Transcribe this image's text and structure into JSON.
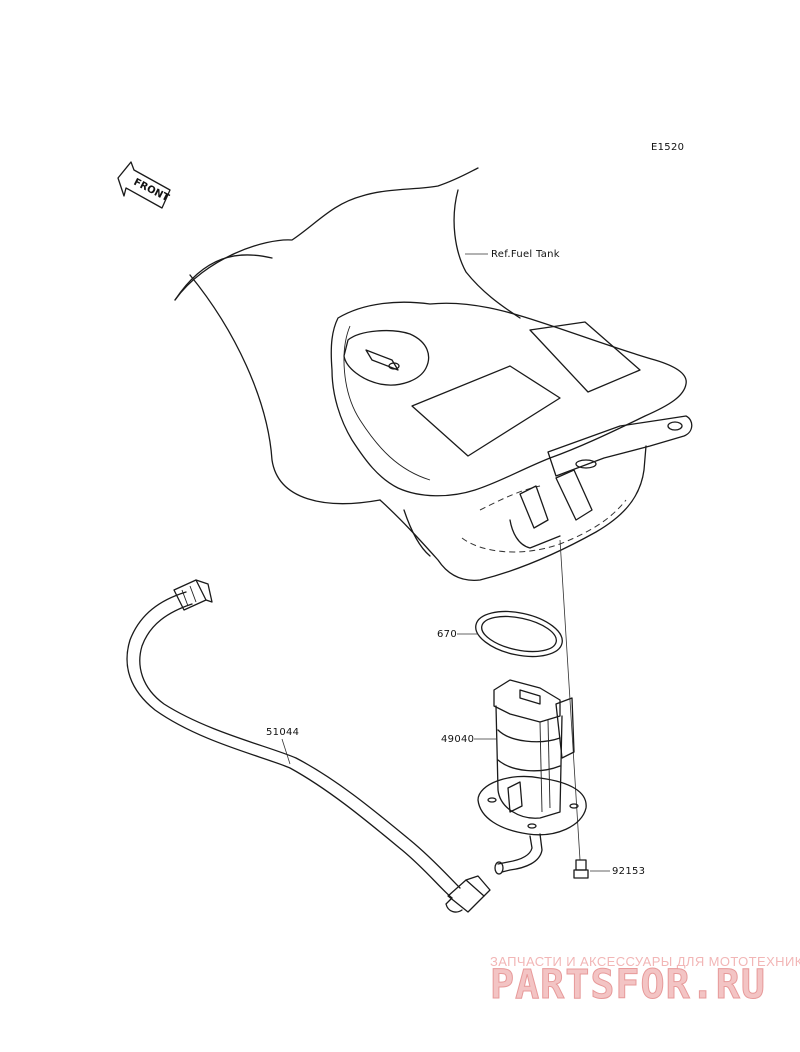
{
  "diagram": {
    "code": "E1520",
    "front_arrow_text": "FRONT",
    "labels": {
      "fuel_tank": "Ref.Fuel Tank",
      "gasket": "670",
      "fuel_pump": "49040",
      "hose": "51044",
      "bolt": "92153"
    }
  },
  "watermark": {
    "tagline": "ЗАПЧАСТИ И АКСЕССУАРЫ ДЛЯ МОТОТЕХНИКИ",
    "logo": "PARTSFOR.RU",
    "color": "#e9a5a5"
  }
}
